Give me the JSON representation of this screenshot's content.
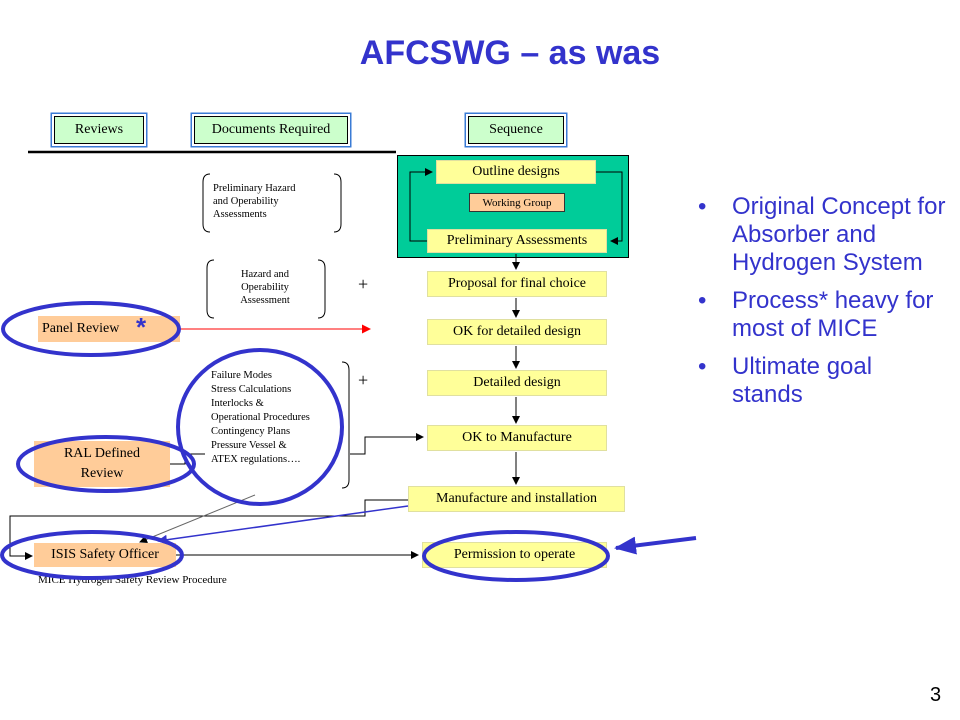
{
  "slide": {
    "title": "AFCSWG – as was",
    "page_number": "3"
  },
  "headers": {
    "reviews": "Reviews",
    "documents_required": "Documents Required",
    "sequence": "Sequence"
  },
  "documents": {
    "preliminary_hazop": [
      "Preliminary Hazard",
      "and Operability",
      "Assessments"
    ],
    "hazop": [
      "Hazard and",
      "Operability",
      "Assessment"
    ],
    "failure_modes": [
      "Failure Modes",
      "Stress Calculations",
      "Interlocks &",
      "Operational Procedures",
      "Contingency Plans",
      "Pressure Vessel &",
      "ATEX regulations…."
    ]
  },
  "sequence": {
    "outline_designs": "Outline designs",
    "working_group": "Working Group",
    "preliminary_assessments": "Preliminary Assessments",
    "proposal_final_choice": "Proposal for final choice",
    "ok_detailed_design": "OK for detailed design",
    "detailed_design": "Detailed design",
    "ok_manufacture": "OK to Manufacture",
    "manufacture_installation": "Manufacture and installation",
    "permission_operate": "Permission to operate"
  },
  "reviews": {
    "panel_review": "Panel Review",
    "panel_review_star": "*",
    "ral_defined_review": [
      "RAL Defined",
      "Review"
    ],
    "isis_safety_officer": "ISIS Safety Officer"
  },
  "symbols": {
    "plus_1": "+",
    "plus_2": "+"
  },
  "caption": "MICE Hydrogen Safety Review Procedure",
  "bullets": [
    "Original Concept for Absorber and Hydrogen System",
    "Process* heavy for most of MICE",
    "Ultimate goal stands"
  ],
  "colors": {
    "title": "#3333cc",
    "header_fill": "#ccffcc",
    "sequence_fill": "#ffff99",
    "review_fill": "#ffcc99",
    "working_group_area": "#00cc99",
    "highlight_ellipse": "#3333cc",
    "panel_arrow": "#ff0000"
  }
}
